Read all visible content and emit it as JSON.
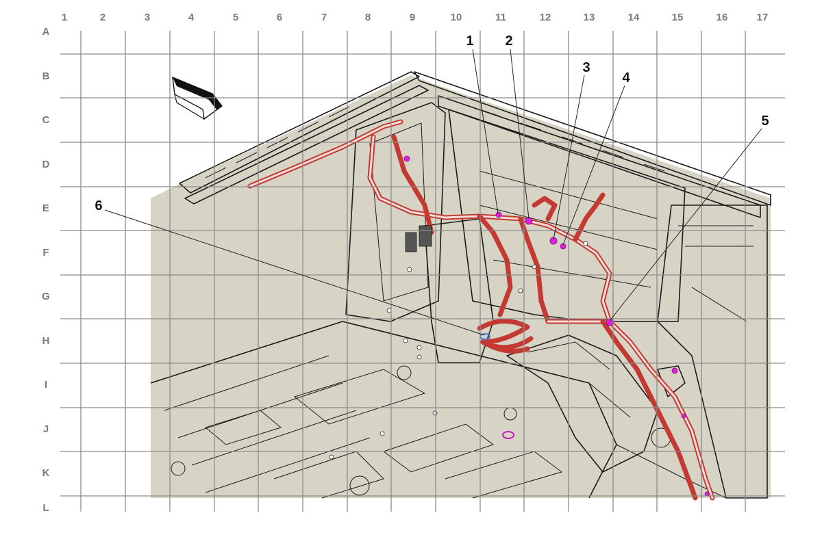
{
  "grid": {
    "columns": [
      "1",
      "2",
      "3",
      "4",
      "5",
      "6",
      "7",
      "8",
      "9",
      "10",
      "11",
      "12",
      "13",
      "14",
      "15",
      "16",
      "17"
    ],
    "rows": [
      "A",
      "B",
      "C",
      "D",
      "E",
      "F",
      "G",
      "H",
      "I",
      "J",
      "K",
      "L"
    ]
  },
  "callouts": [
    {
      "label": "1"
    },
    {
      "label": "2"
    },
    {
      "label": "3"
    },
    {
      "label": "4"
    },
    {
      "label": "5"
    },
    {
      "label": "6"
    }
  ],
  "colors": {
    "panel": "#d7d4c6",
    "harness": "#c43a33",
    "connector": "#e020e0",
    "grid": "#8a8a8a"
  },
  "icons": {
    "orientation": "view-direction-arrow-icon"
  }
}
